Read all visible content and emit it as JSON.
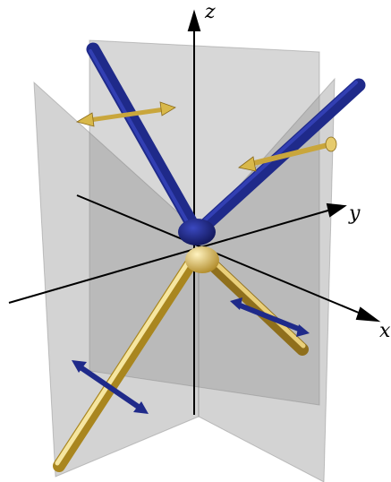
{
  "axes": {
    "x_label": "x",
    "y_label": "y",
    "z_label": "z"
  },
  "colors": {
    "background": "#ffffff",
    "plane_fill": "#8c8c8c",
    "axis_line": "#000000",
    "blue_rod": "#1f2a8a",
    "gold_rod": "#d8b84a",
    "gold_highlight": "#f6e6a0"
  }
}
